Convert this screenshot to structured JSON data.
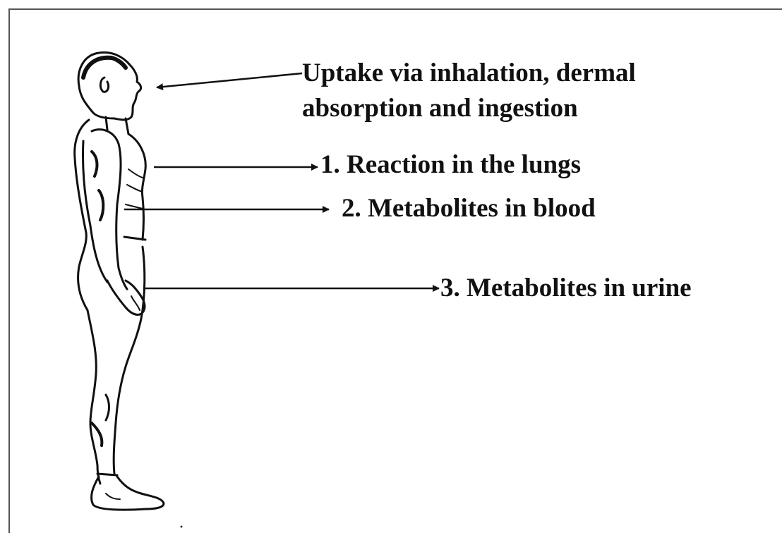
{
  "labels": {
    "uptake_line1": "Uptake via inhalation, dermal",
    "uptake_line2": "absorption and ingestion",
    "lungs": "1. Reaction in the lungs",
    "blood": "2. Metabolites in blood",
    "urine": "3. Metabolites in urine"
  },
  "figure": {
    "icon": "human-body-side-view-icon"
  },
  "colors": {
    "ink": "#111111",
    "frame": "#555555",
    "background": "#ffffff"
  }
}
